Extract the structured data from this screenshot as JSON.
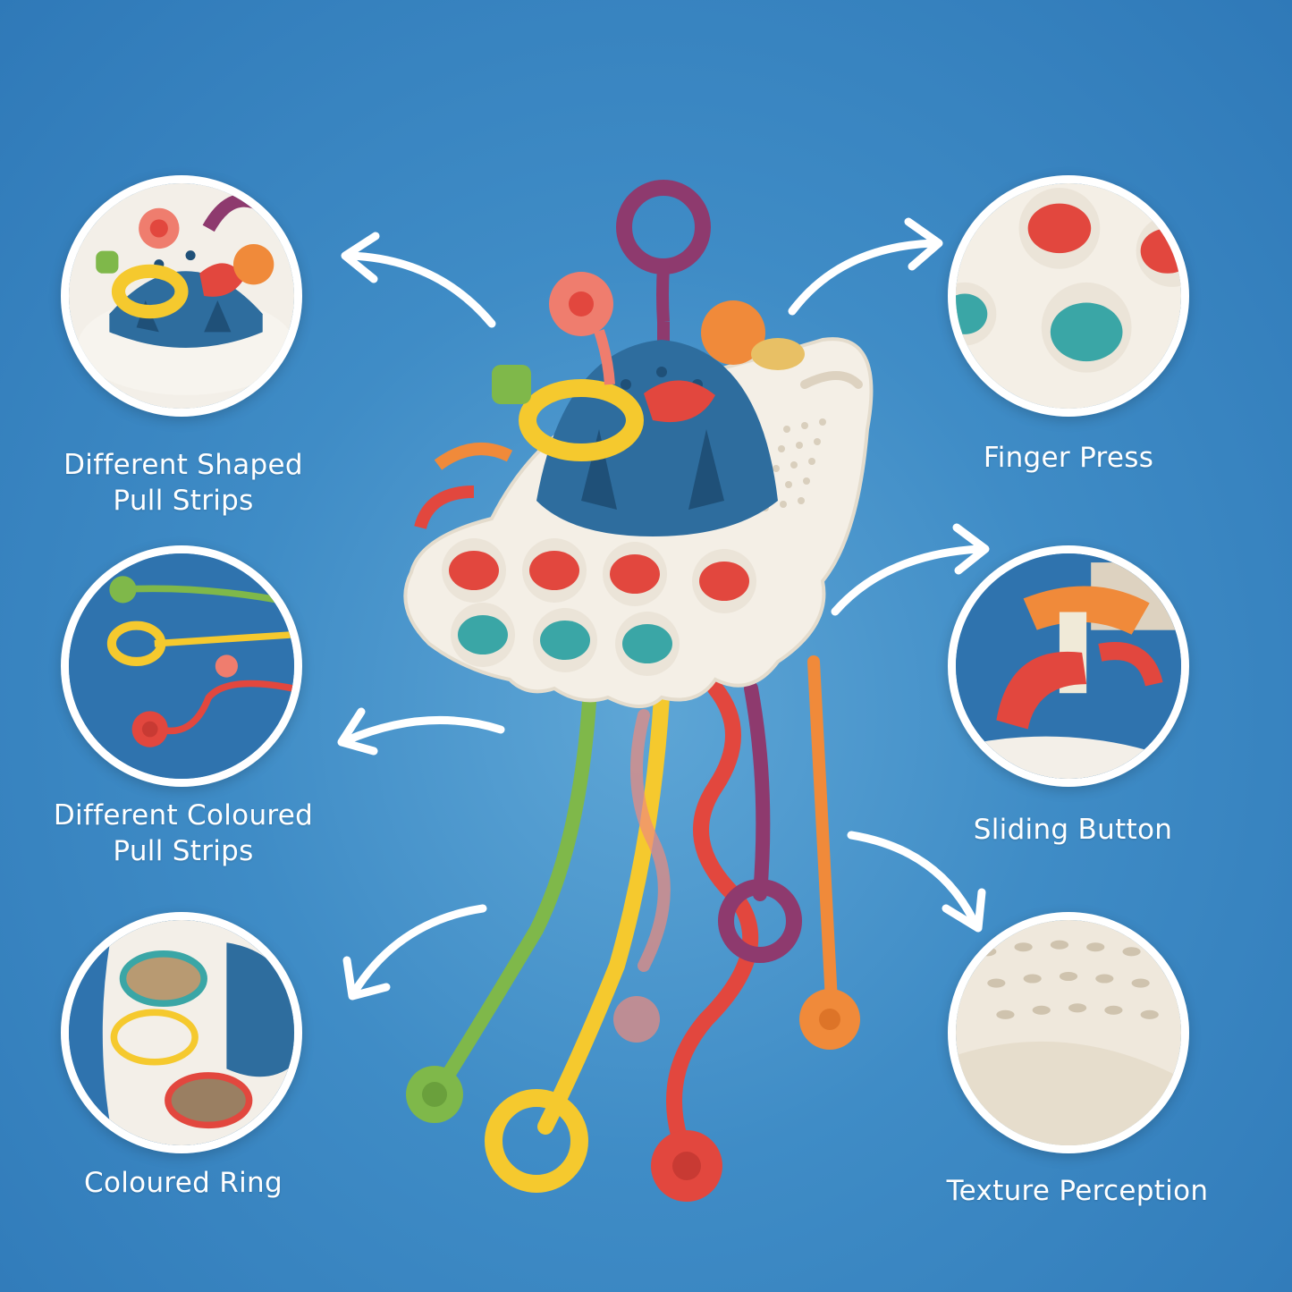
{
  "features": {
    "shaped_pull_strips": {
      "line1": "Different Shaped",
      "line2": "Pull Strips"
    },
    "coloured_pull_strips": {
      "line1": "Different Coloured",
      "line2": "Pull Strips"
    },
    "coloured_ring": {
      "label": "Coloured Ring"
    },
    "finger_press": {
      "label": "Finger Press"
    },
    "sliding_button": {
      "label": "Sliding Button"
    },
    "texture_perception": {
      "label": "Texture Perception"
    }
  },
  "colors": {
    "background": "#3f8cc6",
    "toy_body": "#f4efe6",
    "dome": "#2e6d9e",
    "red": "#e2473e",
    "teal": "#3aa6a6",
    "yellow": "#f5c92e",
    "orange": "#f08a3a",
    "green": "#7fb84a",
    "purple": "#8e3a6e"
  }
}
